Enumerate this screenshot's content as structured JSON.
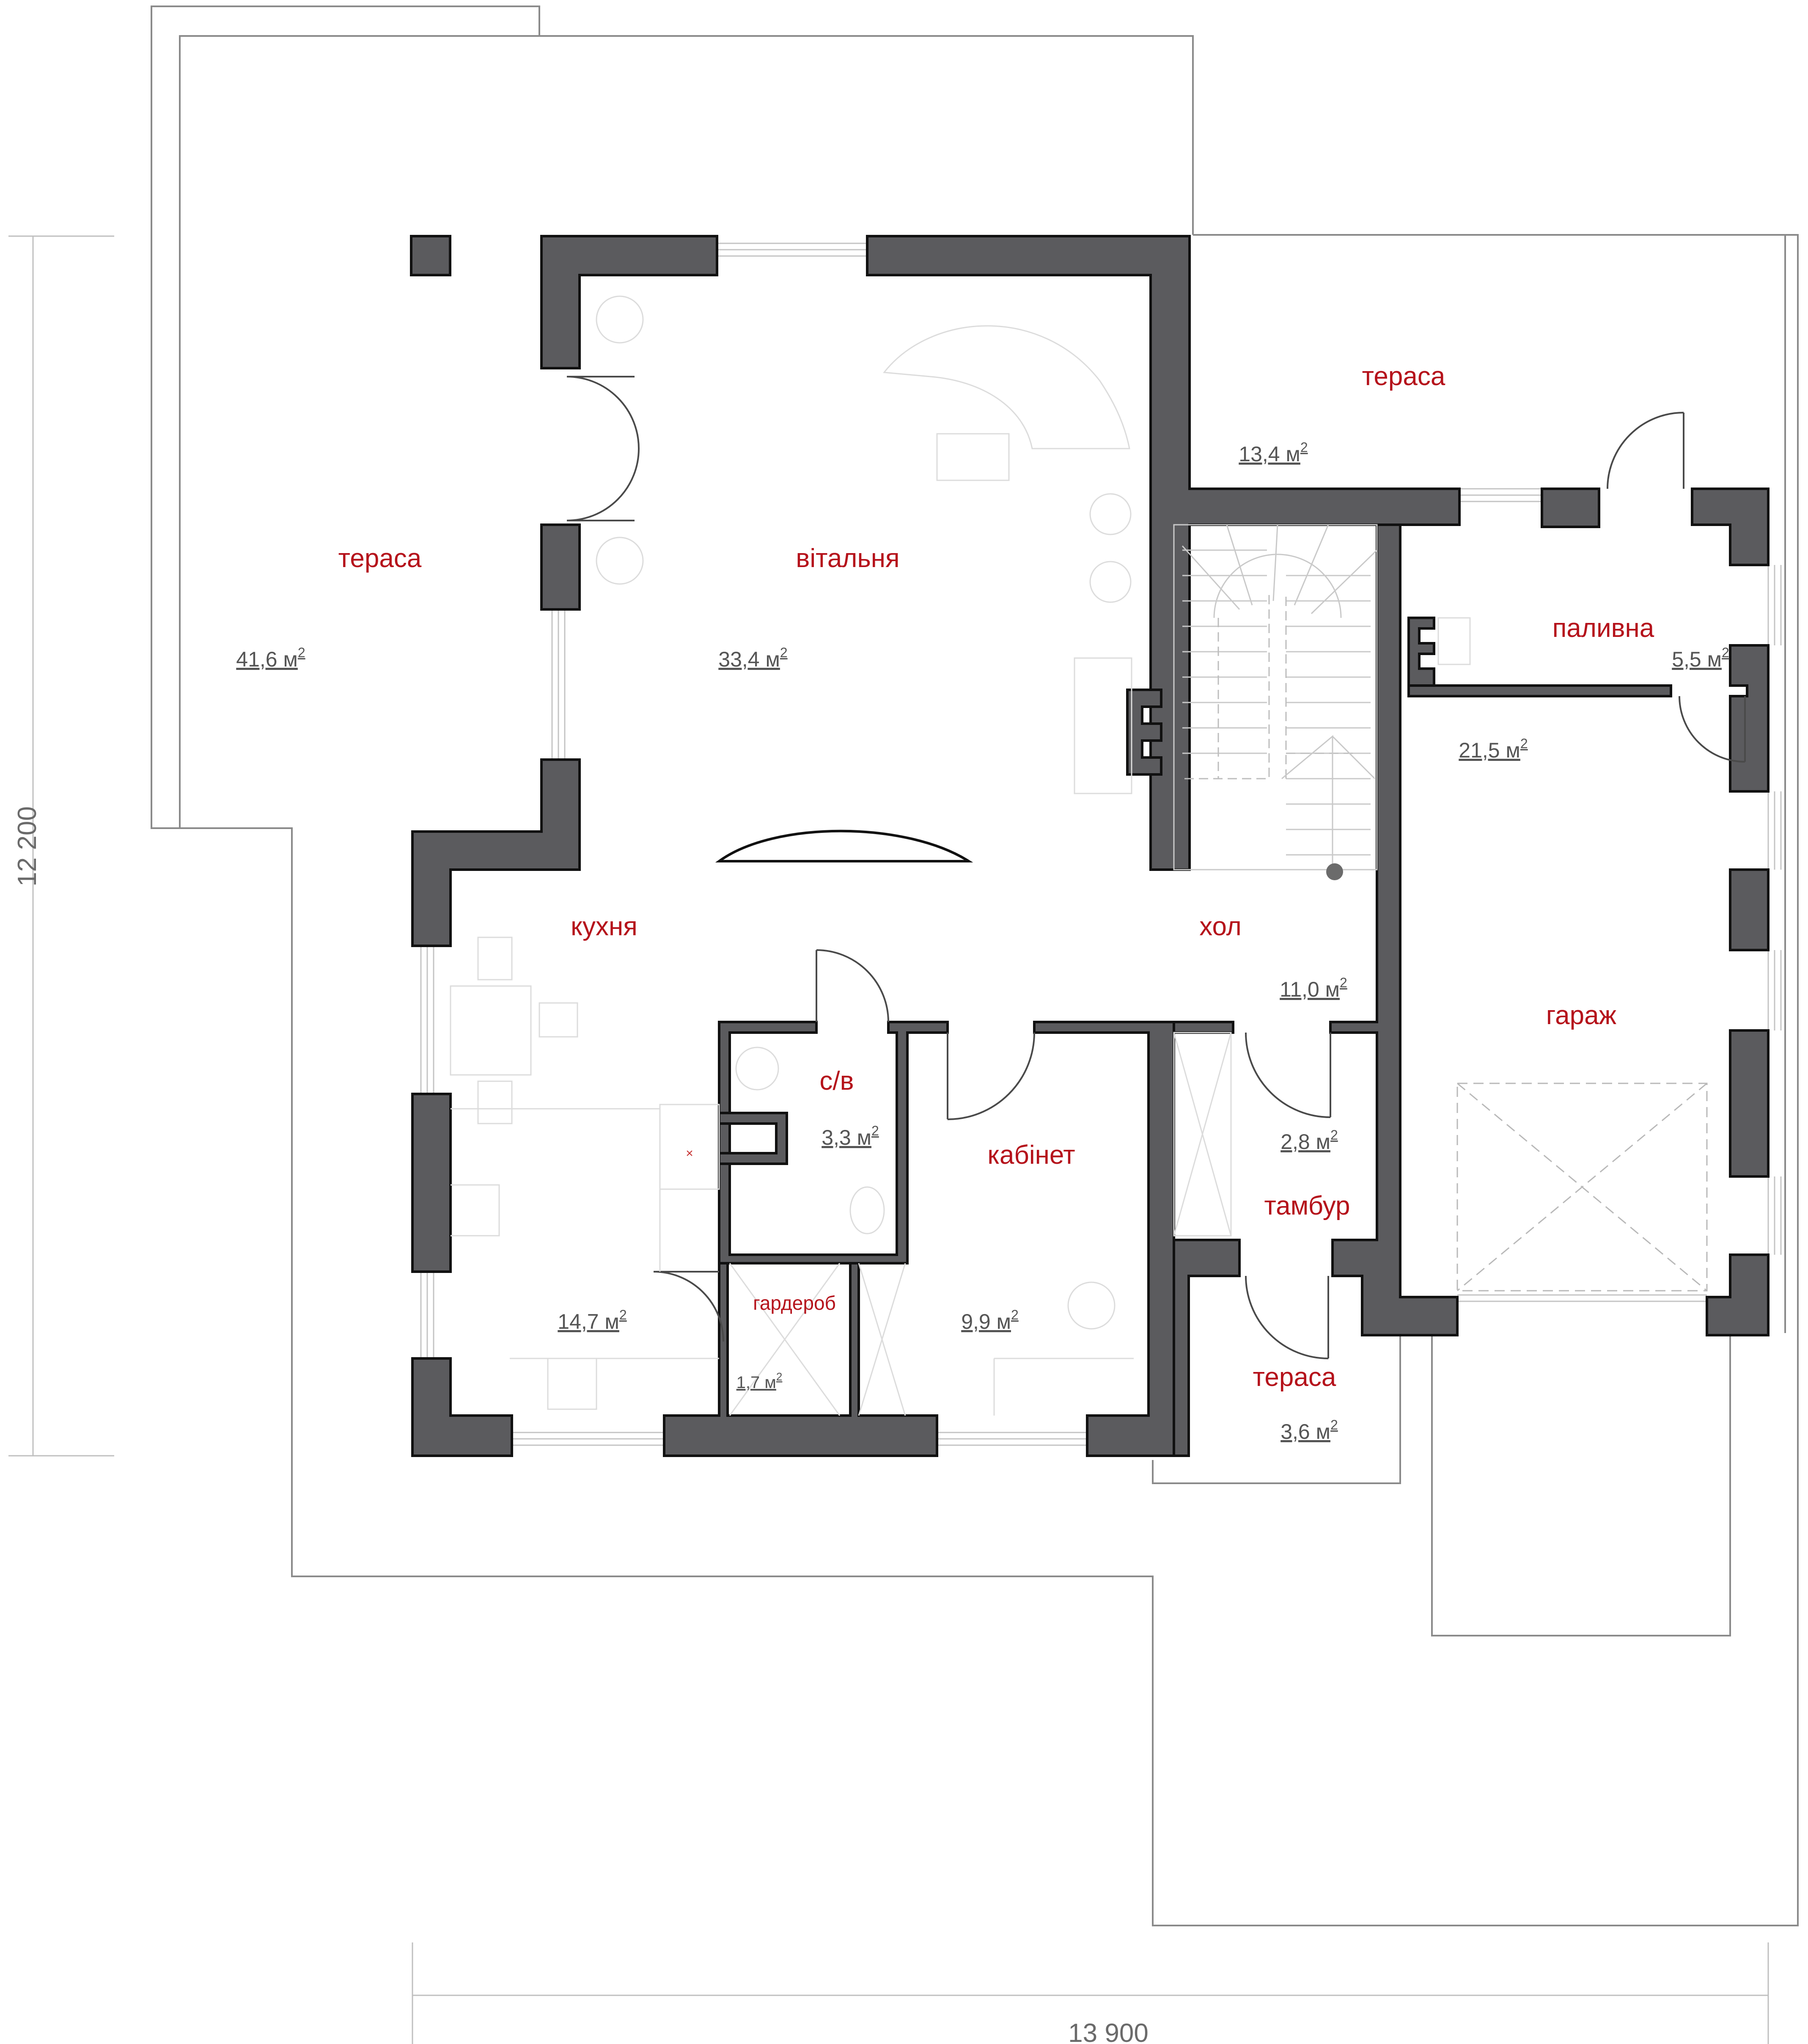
{
  "rooms": {
    "terrace_west": {
      "name": "тераса",
      "area": "41,6 м"
    },
    "living": {
      "name": "вітальня",
      "area": "33,4 м"
    },
    "terrace_north": {
      "name": "тераса",
      "area": "13,4 м"
    },
    "boiler": {
      "name": "паливна",
      "area": "5,5 м"
    },
    "garage": {
      "name": "гараж",
      "area": "21,5 м"
    },
    "kitchen": {
      "name": "кухня",
      "area": "14,7 м"
    },
    "hall": {
      "name": "хол",
      "area": "11,0 м"
    },
    "bathroom": {
      "name": "с/в",
      "area": "3,3 м"
    },
    "office": {
      "name": "кабінет",
      "area": "9,9 м"
    },
    "vestibule": {
      "name": "тамбур",
      "area": "2,8 м"
    },
    "wardrobe": {
      "name": "гардероб",
      "area": "1,7 м"
    },
    "terrace_entry": {
      "name": "тераса",
      "area": "3,6 м"
    }
  },
  "area_unit_superscript": "2",
  "dimensions": {
    "height": "12 200",
    "width": "13 900"
  },
  "marks": {
    "kitchen_cross": "×"
  },
  "colors": {
    "room_label": "#b5121b",
    "wall_fill": "#5b5b5e",
    "area_text": "#555555"
  }
}
